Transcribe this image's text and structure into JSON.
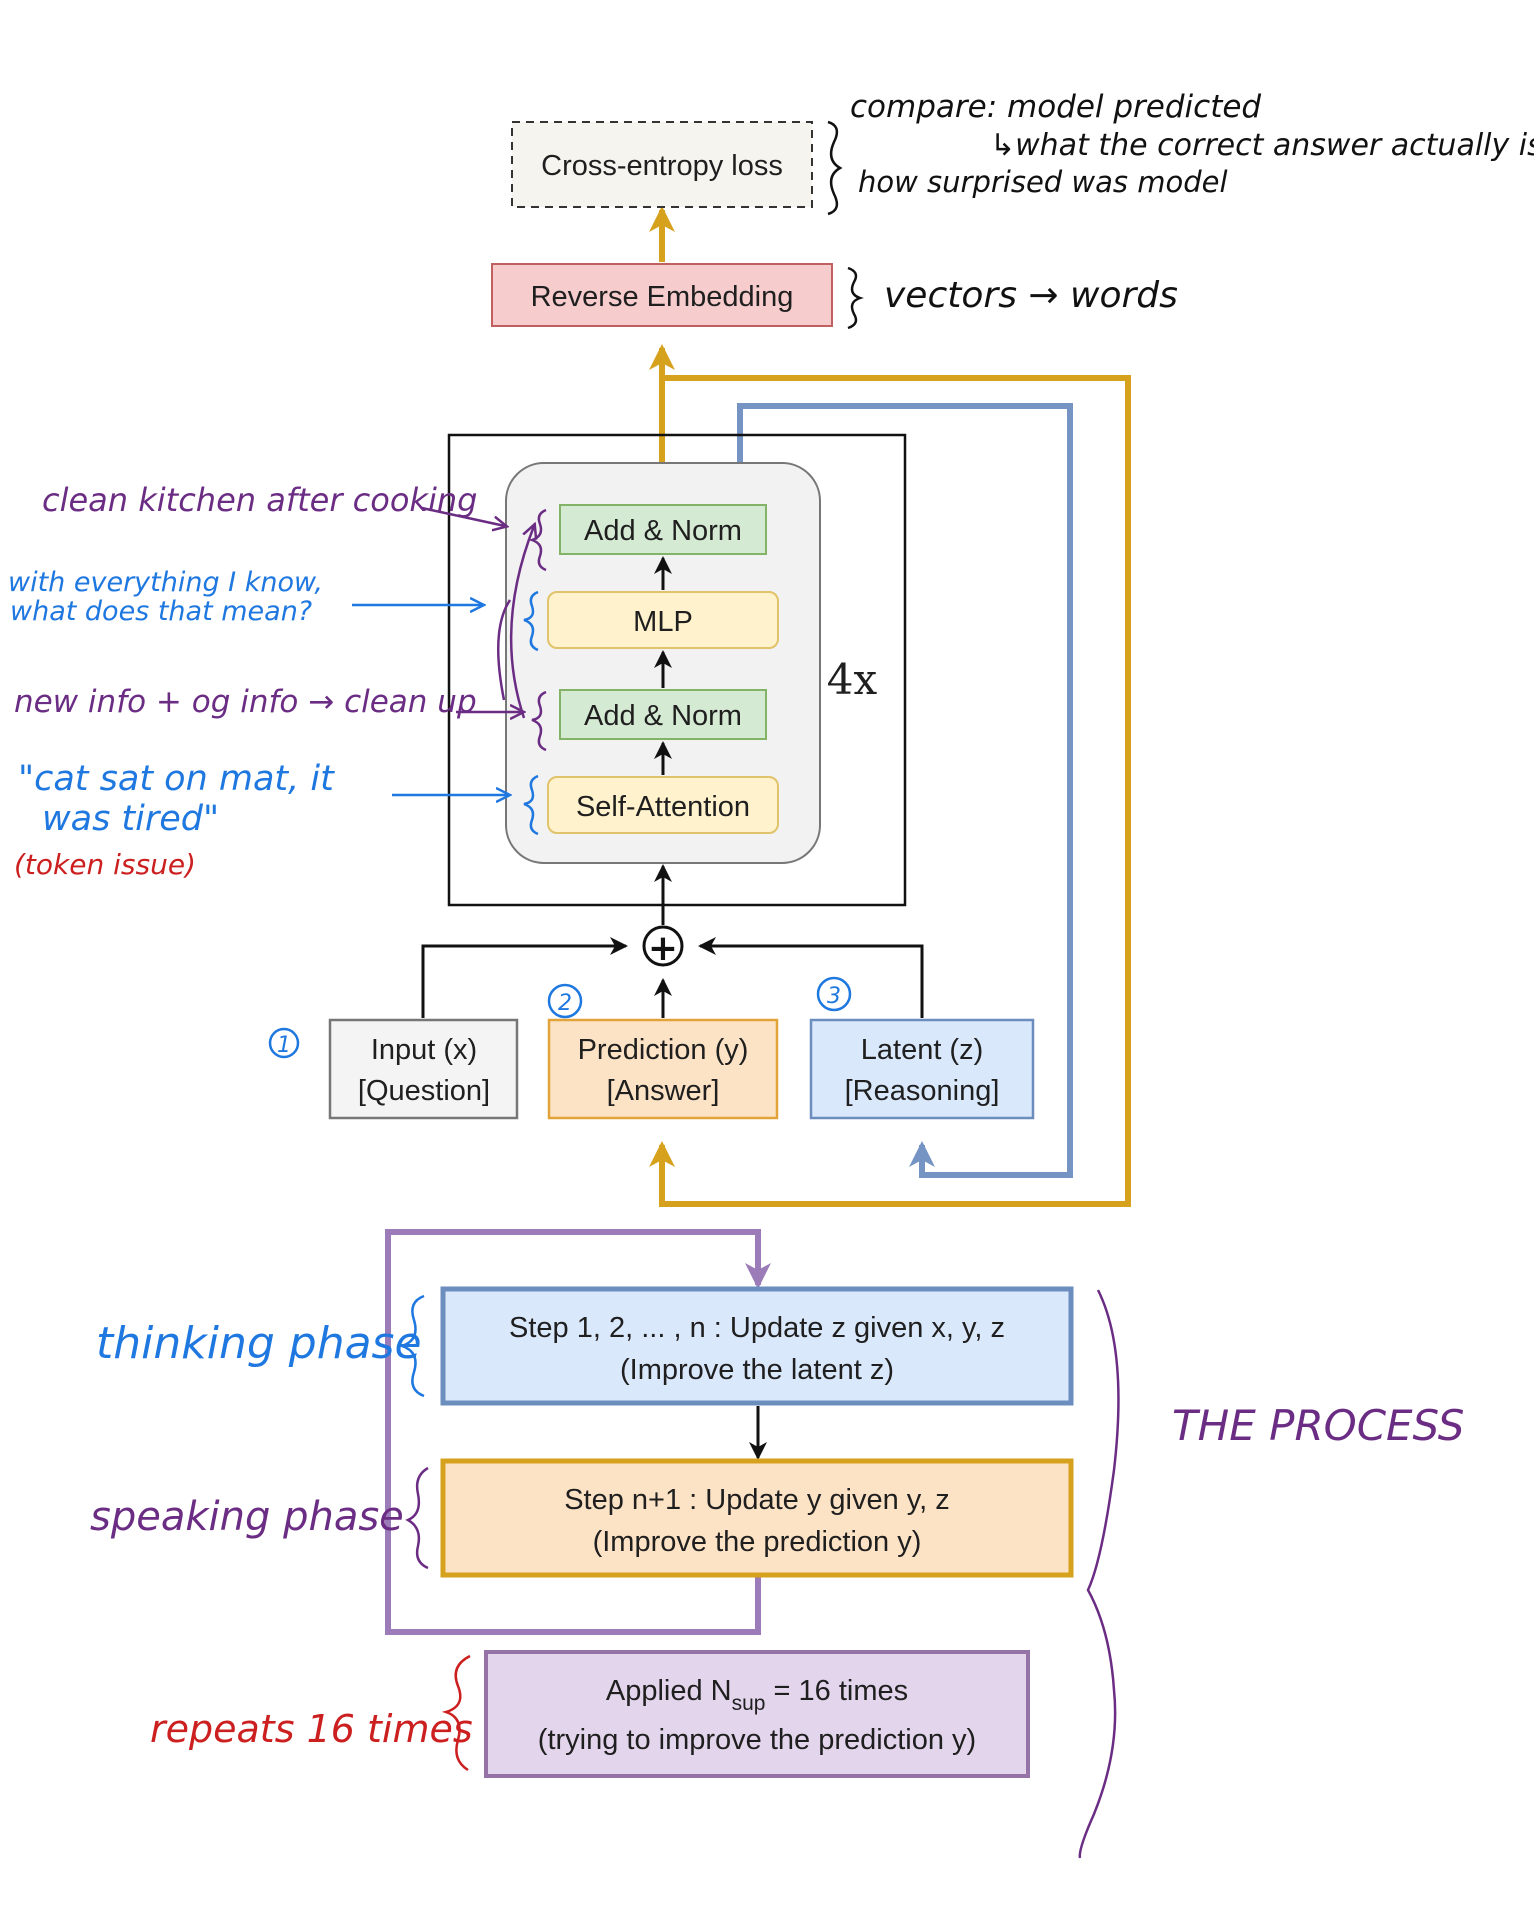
{
  "nodes": {
    "loss": "Cross-entropy loss",
    "reverse_embedding": "Reverse Embedding",
    "add_norm_top": "Add & Norm",
    "mlp": "MLP",
    "add_norm_bottom": "Add & Norm",
    "self_attention": "Self-Attention",
    "repeat_count": "4x",
    "sum_symbol": "+",
    "input_line1": "Input (x)",
    "input_line2": "[Question]",
    "prediction_line1": "Prediction (y)",
    "prediction_line2": "[Answer]",
    "latent_line1": "Latent (z)",
    "latent_line2": "[Reasoning]",
    "step_think_line1": "Step 1, 2, ... , n : Update z given x, y, z",
    "step_think_line2": "(Improve the latent z)",
    "step_speak_line1": "Step n+1 : Update y given y, z",
    "step_speak_line2": "(Improve the prediction y)",
    "applied_prefix": "Applied N",
    "applied_sub": "sup",
    "applied_suffix": " = 16 times",
    "applied_line2": "(trying to improve the prediction y)"
  },
  "annotations": {
    "compare_line1": "compare: model predicted",
    "compare_line2": "↳what the correct answer actually is",
    "compare_line3": "how surprised was model",
    "vectors_words": "vectors → words",
    "clean_kitchen": "clean kitchen after cooking",
    "everything_line1": "with everything I know,",
    "everything_line2": "what does that mean?",
    "new_info": "new info + og info → clean up",
    "cat_line1": "\"cat sat on mat, it",
    "cat_line2": "was tired\"",
    "token_issue": "(token issue)",
    "num1": "1",
    "num2": "2",
    "num3": "3",
    "thinking_phase": "thinking phase",
    "speaking_phase": "speaking phase",
    "the_process": "THE PROCESS",
    "repeats": "repeats 16 times"
  },
  "colors": {
    "gold_arrow": "#d6a11c",
    "blue_arrow": "#7594c4",
    "purple_arrow": "#9b7bb8",
    "ink_purple": "#6b2d84",
    "ink_blue": "#1f78e0",
    "ink_red": "#cc1f1f",
    "green_fill": "#d5ead3",
    "green_stroke": "#82b366",
    "yellow_fill": "#fff2cc",
    "yellow_stroke": "#e0c36a",
    "orange_fill": "#fde3c5",
    "orange_stroke": "#e2a43a",
    "lightblue_fill": "#dae8fc",
    "lightblue_stroke": "#6c8ebf",
    "red_fill": "#f6cccc",
    "red_stroke": "#c06060",
    "lavender_fill": "#e3d5ec",
    "lavender_stroke": "#9673a6"
  }
}
